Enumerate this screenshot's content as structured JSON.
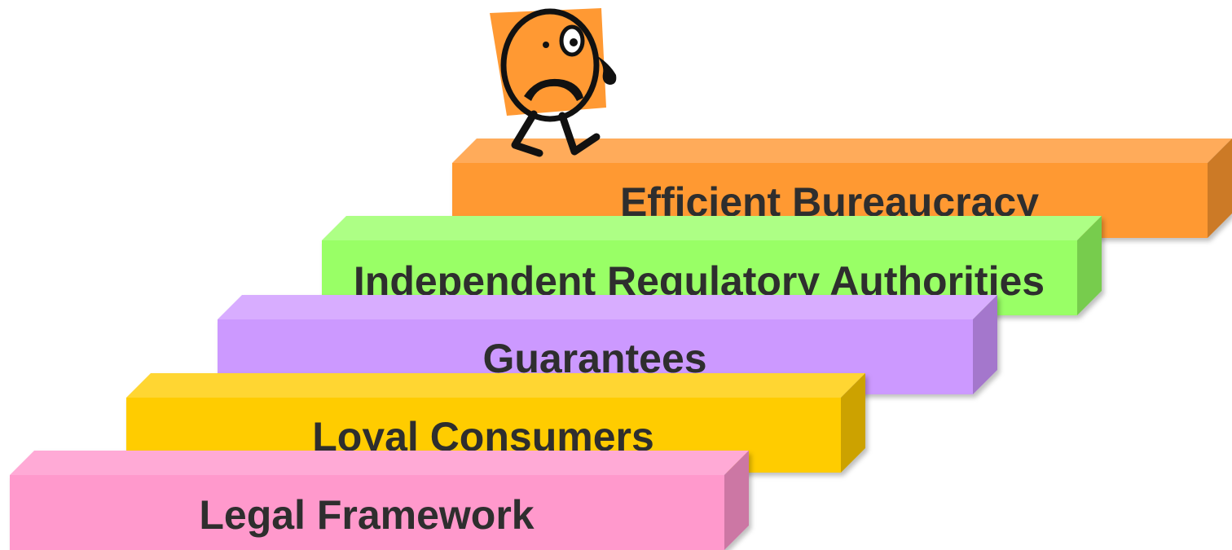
{
  "steps": [
    {
      "label": "Legal Framework",
      "face": "#ff99cc",
      "top": "#ffaad6",
      "side": "#cc77a4"
    },
    {
      "label": "Loyal Consumers",
      "face": "#ffcc00",
      "top": "#ffd633",
      "side": "#cca200"
    },
    {
      "label": "Guarantees",
      "face": "#cc99ff",
      "top": "#d8adff",
      "side": "#a477cc"
    },
    {
      "label": "Independent Regulatory Authorities",
      "face": "#99ff66",
      "top": "#adff85",
      "side": "#77cc4d"
    },
    {
      "label": "Efficient Bureaucracy",
      "face": "#ff9933",
      "top": "#ffab5a",
      "side": "#cc7a28"
    }
  ],
  "character": {
    "icon": "worried-stick-figure-icon",
    "body_color": "#ff9933",
    "outline_color": "#111111"
  }
}
